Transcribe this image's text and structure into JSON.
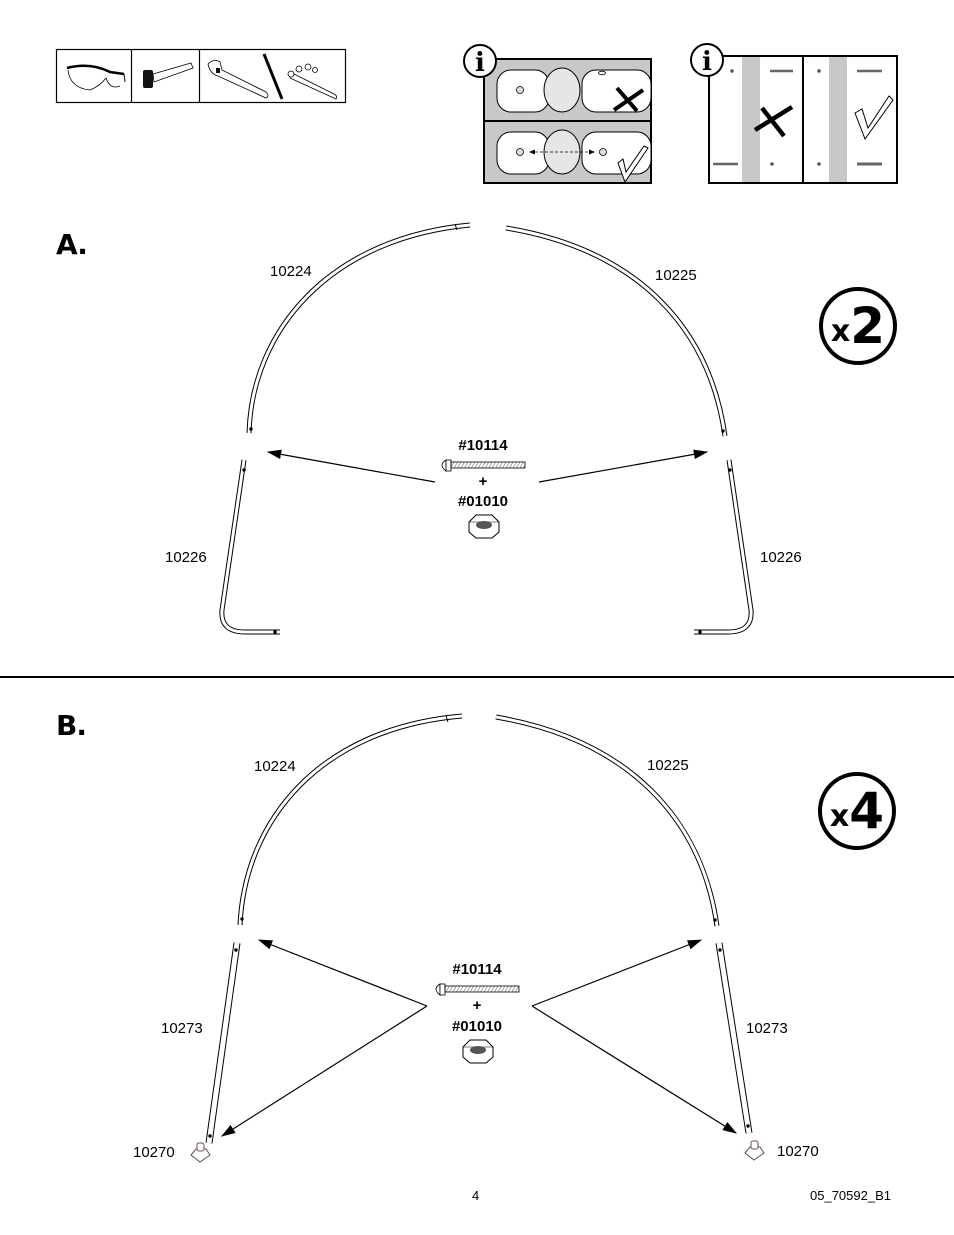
{
  "tools": {
    "icons": [
      "safety-glasses-icon",
      "mallet-icon",
      "adjustable-wrench-icon",
      "socket-wrench-icon"
    ]
  },
  "info_panels": [
    {
      "icon": "info-icon",
      "description": "hole alignment: wrong vs correct",
      "marks": [
        "x-mark-icon",
        "check-mark-icon"
      ]
    },
    {
      "icon": "info-icon",
      "description": "bolt orientation: wrong vs correct",
      "marks": [
        "x-mark-icon",
        "check-mark-icon"
      ]
    }
  ],
  "step_a": {
    "letter": "A.",
    "multiplier_x": "x",
    "multiplier_n": "2",
    "parts": {
      "top_left": "10224",
      "top_right": "10225",
      "bottom_left": "10226",
      "bottom_right": "10226"
    },
    "hardware": {
      "bolt": "#10114",
      "plus": "+",
      "nut": "#01010"
    }
  },
  "step_b": {
    "letter": "B.",
    "multiplier_x": "x",
    "multiplier_n": "4",
    "parts": {
      "top_left": "10224",
      "top_right": "10225",
      "mid_left": "10273",
      "mid_right": "10273",
      "foot_left": "10270",
      "foot_right": "10270"
    },
    "hardware": {
      "bolt": "#10114",
      "plus": "+",
      "nut": "#01010"
    }
  },
  "footer": {
    "page_number": "4",
    "doc_code": "05_70592_B1"
  }
}
